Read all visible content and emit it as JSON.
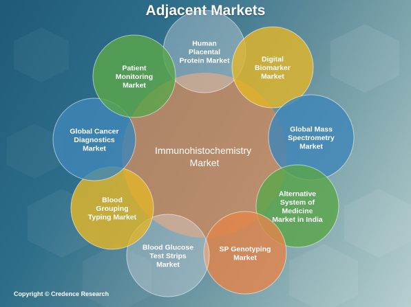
{
  "title": "Adjacent Markets",
  "center": {
    "line1": "Immunohistochemistry",
    "line2": "Market",
    "color": "#d08a5c"
  },
  "nodes": [
    {
      "lines": [
        "Human",
        "Placental",
        "Protein Market"
      ],
      "color": "#dfe6ec"
    },
    {
      "lines": [
        "Digital",
        "Biomarker",
        "Market"
      ],
      "color": "#e2b62a"
    },
    {
      "lines": [
        "Global Mass",
        "Spectrometry",
        "Market"
      ],
      "color": "#3e86b8"
    },
    {
      "lines": [
        "Alternative",
        "System of",
        "Medicine",
        "Market in India"
      ],
      "color": "#5aa64a"
    },
    {
      "lines": [
        "SP Genotyping",
        "Market"
      ],
      "color": "#e3854a"
    },
    {
      "lines": [
        "Blood Glucose",
        "Test Strips",
        "Market"
      ],
      "color": "#dfe6ec"
    },
    {
      "lines": [
        "Blood",
        "Grouping",
        "Typing Market"
      ],
      "color": "#e2b62a"
    },
    {
      "lines": [
        "Global Cancer",
        "Diagnostics",
        "Market"
      ],
      "color": "#3e86b8"
    },
    {
      "lines": [
        "Patient",
        "Monitoring",
        "Market"
      ],
      "color": "#5aa64a"
    }
  ],
  "copyright": "Copyright © Credence Research"
}
